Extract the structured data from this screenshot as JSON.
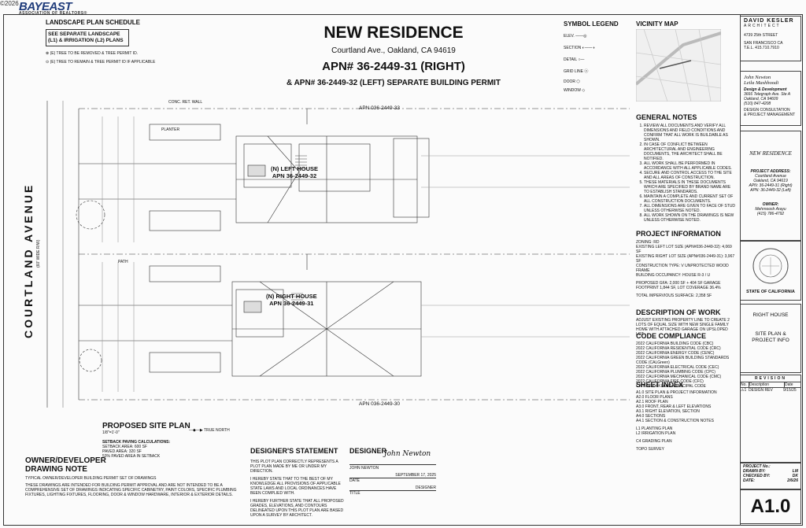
{
  "watermark": {
    "copyright": "©2026",
    "logo_name": "BAYEAST",
    "logo_sub": "ASSOCIATION OF REALTORS®"
  },
  "title": {
    "main": "NEW RESIDENCE",
    "address": "Courtland Ave., Oakland, CA 94619",
    "apn_right": "APN# 36-2449-31 (RIGHT)",
    "apn_left": "& APN# 36-2449-32 (LEFT)  SEPARATE BUILDING PERMIT"
  },
  "landscape": {
    "heading": "LANDSCAPE PLAN SCHEDULE",
    "note": "SEE SEPARATE LANDSCAPE (L1) & IRRIGATION (L2) PLANS",
    "item1": "(E) TREE TO BE REMOVED & TREE PERMIT ID.",
    "item2": "(E) TREE TO REMAIN & TREE PERMIT ID IF APPLICABLE"
  },
  "symbols": {
    "heading": "SYMBOL LEGEND",
    "items": [
      "ELEV.",
      "SECTION",
      "DETAIL",
      "GRID LINE",
      "DOOR",
      "WINDOW"
    ]
  },
  "vicinity": {
    "heading": "VICINITY MAP"
  },
  "architect": {
    "name": "DAVID KESLER",
    "title": "ARCHITECT",
    "street": "4739 25th STREET",
    "city": "SAN FRANCISCO CA",
    "phone": "T.E.L. 415.710.7910"
  },
  "client": {
    "line1": "John Newton",
    "line2": "Leila Mashhoodi",
    "line3": "Design & Development",
    "line4": "3666 Telegraph Ave. Ste A",
    "line5": "Oakland, CA 94609",
    "phone": "(510) 847-4208",
    "role1": "DESIGN CONSULTATION",
    "role2": "& PROJECT MANAGEMENT"
  },
  "project_box": {
    "title": "NEW RESIDENCE",
    "addr_head": "PROJECT ADDRESS:",
    "addr1": "Courtland Avenue",
    "addr2": "Oakland, CA 94619",
    "apn1": "APN: 36-2449-31 (Right)",
    "apn2": "APN: 36-2449-32 (Left)",
    "owner_head": "OWNER:",
    "owner_name": "Mehrnoosh Arayu",
    "owner_phone": "(415) 786-4792"
  },
  "state": "STATE OF CALIFORNIA",
  "sheet_box": {
    "line1": "RIGHT HOUSE",
    "line2": "SITE PLAN &",
    "line3": "PROJECT INFO"
  },
  "revision": {
    "heading": "REVISION",
    "col_no": "No.",
    "col_desc": "Description",
    "col_date": "Date",
    "row_no": "1",
    "row_desc": "DESIGN REV",
    "row_date": "9/15/25"
  },
  "project_no": {
    "project_label": "PROJECT No.:",
    "drawn_label": "DRAWN BY:",
    "drawn_val": "LM",
    "checked_label": "CHECKED BY:",
    "checked_val": "DK",
    "date_label": "DATE:",
    "date_val": "2/6/26"
  },
  "page_num": "A1.0",
  "general_notes": {
    "heading": "GENERAL NOTES",
    "items": [
      "REVIEW ALL DOCUMENTS AND VERIFY ALL DIMENSIONS AND FIELD CONDITIONS AND CONFIRM THAT ALL WORK IS BUILDABLE AS SHOWN.",
      "IN CASE OF CONFLICT BETWEEN ARCHITECTURAL AND ENGINEERING DOCUMENTS, THE ARCHITECT SHALL BE NOTIFIED.",
      "ALL WORK SHALL BE PERFORMED IN ACCORDANCE WITH ALL APPLICABLE CODES.",
      "SECURE AND CONTROL ACCESS TO THE SITE AND ALL AREAS OF CONSTRUCTION.",
      "THESE MATERIALS IN THESE DOCUMENTS WHICH ARE SPECIFIED BY BRAND NAME ARE TO ESTABLISH STANDARDS.",
      "MAINTAIN A COMPLETE AND CURRENT SET OF ALL CONSTRUCTION DOCUMENTS.",
      "ALL DIMENSIONS ARE GIVEN TO FACE OF STUD UNLESS OTHERWISE NOTED.",
      "ALL WORK SHOWN ON THE DRAWINGS IS NEW UNLESS OTHERWISE NOTED."
    ]
  },
  "project_info": {
    "heading": "PROJECT INFORMATION",
    "lines": [
      "ZONING: RD",
      "EXISTING LEFT LOT SIZE (APN#036-2449-32): 4,069 SF",
      "EXISTING RIGHT LOT SIZE (APN#036-2449-31): 3,967 SF",
      "CONSTRUCTION TYPE: V UNPROTECTED WOOD FRAME",
      "BUILDING OCCUPANCY: HOUSE R-3 / U",
      "PROPOSED GFA: 2,000 SF + 404 SF GARAGE",
      "FOOTPRINT 1,844 SF, LOT COVERAGE 36.4%",
      "TOTAL IMPERVIOUS SURFACE: 2,358 SF"
    ]
  },
  "description": {
    "heading": "DESCRIPTION OF WORK",
    "text": "ADJUST EXISTING PROPERTY LINE TO CREATE 2 LOTS OF EQUAL SIZE WITH NEW SINGLE FAMILY HOME WITH ATTACHED GARAGE ON UPSLOPED LOT."
  },
  "code": {
    "heading": "CODE COMPLIANCE",
    "lines": [
      "2022 CALIFORNIA BUILDING CODE (CBC)",
      "2022 CALIFORNIA RESIDENTIAL CODE (CRC)",
      "2022 CALIFORNIA ENERGY CODE (CENC)",
      "2022 CALIFORNIA GREEN BUILDING STANDARDS CODE (CALGreen)",
      "2022 CALIFORNIA ELECTRICAL CODE (CEC)",
      "2022 CALIFORNIA PLUMBING CODE (CPC)",
      "2022 CALIFORNIA MECHANICAL CODE (CMC)",
      "2022 CALIFORNIA FIRE CODE (CFC)",
      "CITY OF OAKLAND MUNICIPAL CODE"
    ]
  },
  "sheet_index": {
    "heading": "SHEET INDEX",
    "lines": [
      "A1.0   SITE PLAN & PROJECT INFORMATION",
      "A2.0   FLOOR PLANS",
      "A2.1   ROOF PLAN",
      "A3.0   FRONT, REAR & LEFT ELEVATIONS",
      "A3.1   RIGHT ELEVATION, SECTION",
      "A4.0   SECTIONS",
      "A4.1   SECTION & CONSTRUCTION NOTES",
      "L1     PLANTING PLAN",
      "L2     IRRIGATION PLAN",
      "C4     GRADING PLAN",
      "TOPO SURVEY"
    ]
  },
  "plan": {
    "apn_top": "APN 036-2449-33",
    "apn_bottom": "APN 036-2449-30",
    "left_house": "(N) LEFT HOUSE",
    "left_apn": "APN 36-2449-32",
    "right_house": "(N) RIGHT HOUSE",
    "right_apn": "APN 36-2449-31",
    "street": "COURTLAND AVENUE",
    "row": "(60' WIDE R/W)",
    "label_planter": "PLANTER",
    "label_path": "PATH",
    "label_wall": "CONC. RET. WALL"
  },
  "site_plan": {
    "heading": "PROPOSED SITE PLAN",
    "scale": "1/8\"=1'-0\"",
    "north": "TRUE NORTH",
    "setback1": "SETBACK PAVING CALCULATIONS:",
    "setback2": "SETBACK AREA: 600 SF",
    "setback3": "PAVED AREA: 320 SF",
    "setback4": "53% PAVED AREA IN SETBACK"
  },
  "owner": {
    "heading1": "OWNER/DEVELOPER",
    "heading2": "DRAWING NOTE",
    "line1": "TYPICAL OWNER/DEVELOPER BUILDING PERMIT SET OF DRAWINGS",
    "text": "THESE DRAWINGS ARE INTENDED FOR BUILDING PERMIT APPROVAL AND ARE NOT INTENDED TO BE A COMPREHENSIVE SET OF DRAWINGS INDICATING SPECIFIC CABINETRY, PAINT COLORS, SPECIFIC PLUMBING FIXTURES, LIGHTING FIXTURES, FLOORING, DOOR & WINDOW HARDWARE, INTERIOR & EXTERIOR DETAILS."
  },
  "statement": {
    "heading": "DESIGNER'S STATEMENT",
    "p1": "THIS PLOT PLAN CORRECTLY REPRESENTS A PLOT PLAN MADE BY ME OR UNDER MY DIRECTION.",
    "p2": "I HEREBY STATE THAT TO THE BEST OF MY KNOWLEDGE ALL PROVISIONS OF APPLICABLE STATE LAWS AND LOCAL ORDINANCES HAVE BEEN COMPLIED WITH.",
    "p3": "I HEREBY FURTHER STATE THAT ALL PROPOSED GRADES, ELEVATIONS, AND CONTOURS DELINEATED UPON THIS PLOT PLAN ARE BASED UPON A SURVEY BY ARCHITECT."
  },
  "designer": {
    "heading": "DESIGNER",
    "signature": "John Newton",
    "name": "JOHN NEWTON",
    "date_val": "SEPTEMBER 17, 2025",
    "date_label": "DATE",
    "title_val": "DESIGNER",
    "title_label": "TITLE"
  }
}
